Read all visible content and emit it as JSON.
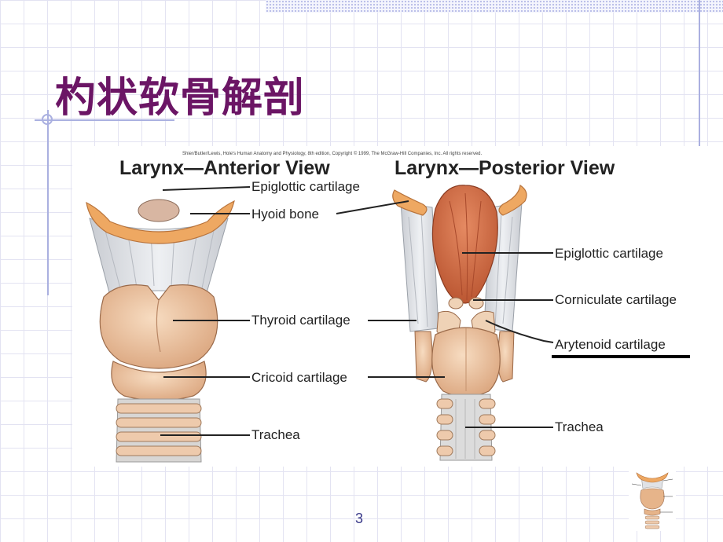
{
  "title": "杓状软骨解剖",
  "figure": {
    "credit": "Shier/Butler/Lewis, Hole's Human Anatomy and Physiology, 8th edition, Copyright © 1999, The McGraw-Hill Companies, Inc. All rights reserved.",
    "anterior": {
      "heading": "Larynx—Anterior View",
      "labels": {
        "epiglottic": "Epiglottic cartilage",
        "hyoid": "Hyoid bone",
        "thyroid": "Thyroid cartilage",
        "cricoid": "Cricoid cartilage",
        "trachea": "Trachea"
      }
    },
    "posterior": {
      "heading": "Larynx—Posterior View",
      "labels": {
        "epiglottic": "Epiglottic cartilage",
        "corniculate": "Corniculate cartilage",
        "arytenoid": "Arytenoid cartilage",
        "trachea": "Trachea"
      }
    }
  },
  "page_number": "3",
  "colors": {
    "title": "#6b1565",
    "grid": "#e3e3f2",
    "accent_lines": "#aab0e0",
    "cartilage": "#e6b48a",
    "bone": "#eea862",
    "membrane": "#dcdfe4",
    "epiglottis": "#cf6a45",
    "page_number": "#3a3a8a"
  }
}
